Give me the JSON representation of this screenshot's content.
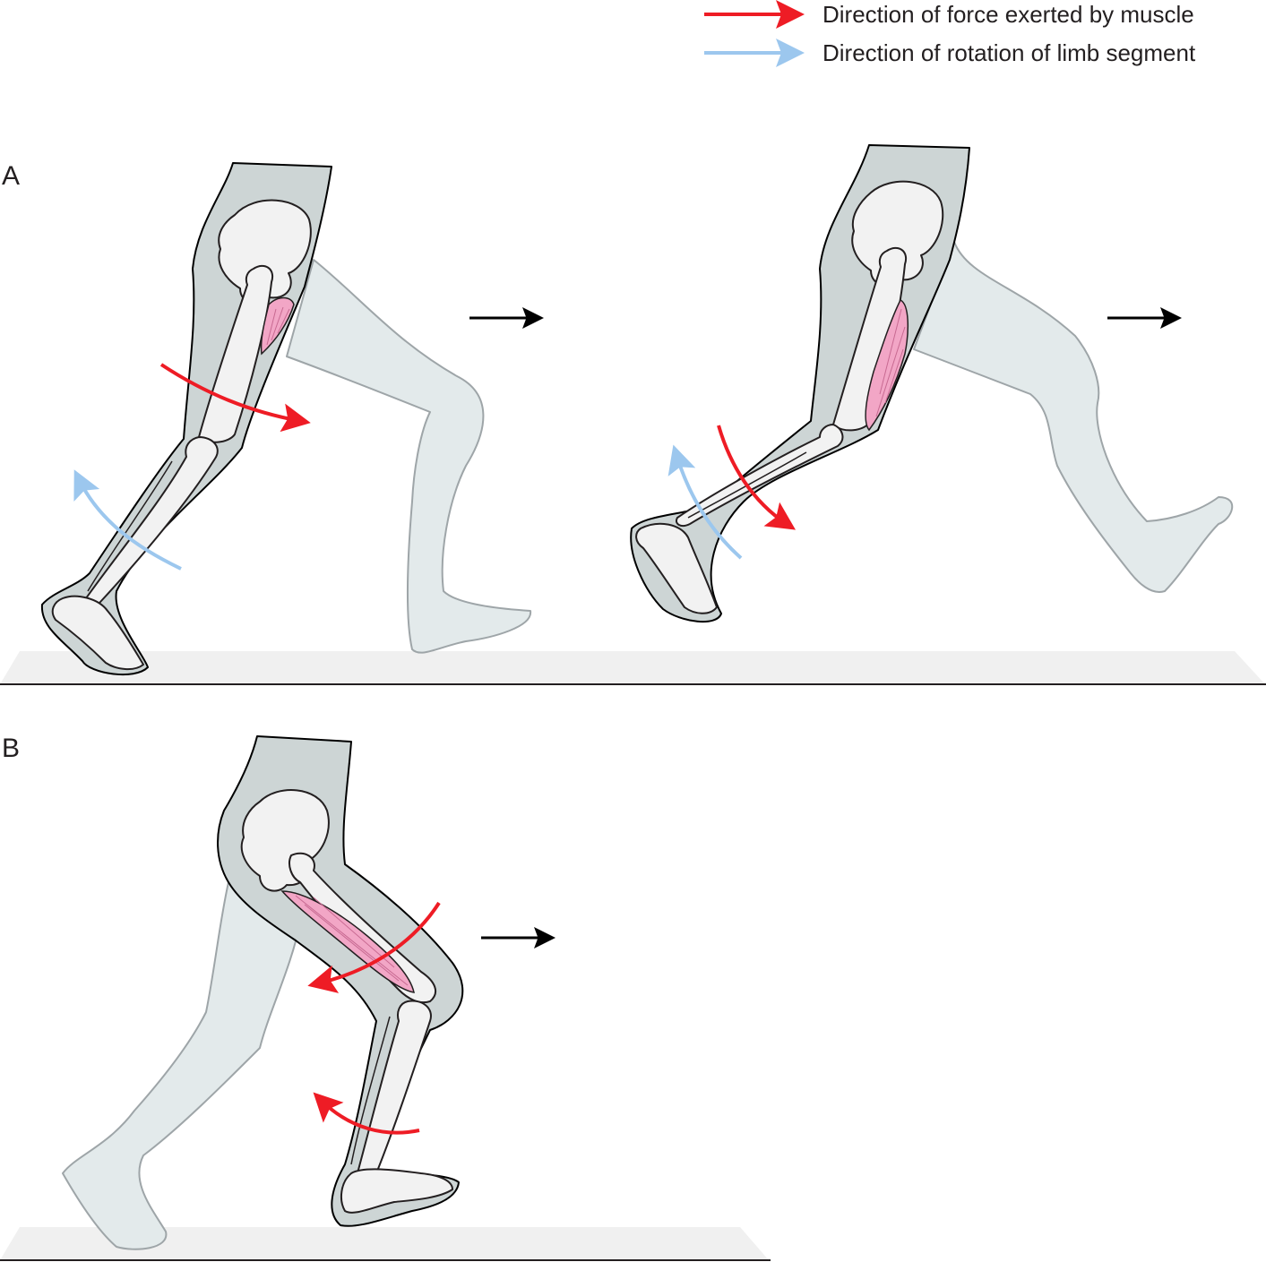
{
  "legend": {
    "force_label": "Direction of force exerted by muscle",
    "rotation_label": "Direction of rotation of limb segment",
    "force_color": "#ee1c25",
    "rotation_color": "#9cc7ee"
  },
  "panels": {
    "a_label": "A",
    "b_label": "B"
  }
}
